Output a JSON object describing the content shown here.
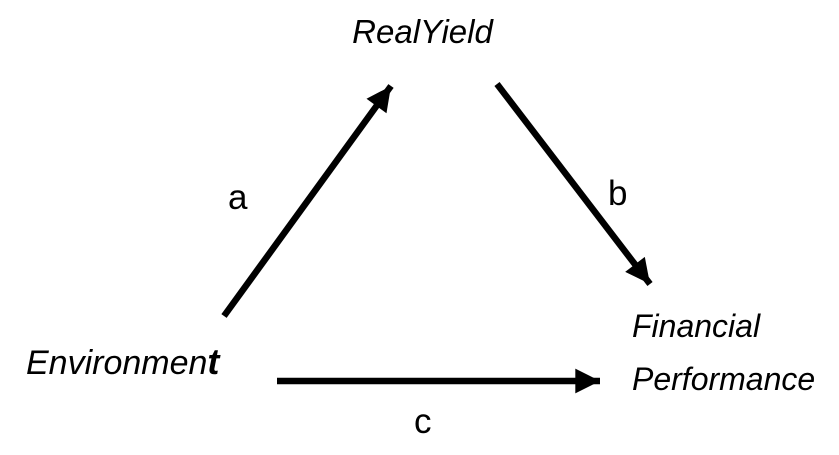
{
  "diagram": {
    "type": "path-model",
    "background_color": "#ffffff",
    "ink_color": "#000000",
    "nodes": {
      "real_yield": {
        "label": "RealYield"
      },
      "environment": {
        "text_main": "Environmen",
        "text_suffix": "t"
      },
      "financial_performance": {
        "line1": "Financial",
        "line2": "Performance"
      }
    },
    "edges": {
      "a": {
        "label": "a",
        "from": "Environment",
        "to": "RealYield"
      },
      "b": {
        "label": "b",
        "from": "RealYield",
        "to": "Financial Performance"
      },
      "c": {
        "label": "c",
        "from": "Environment",
        "to": "Financial Performance"
      }
    }
  }
}
